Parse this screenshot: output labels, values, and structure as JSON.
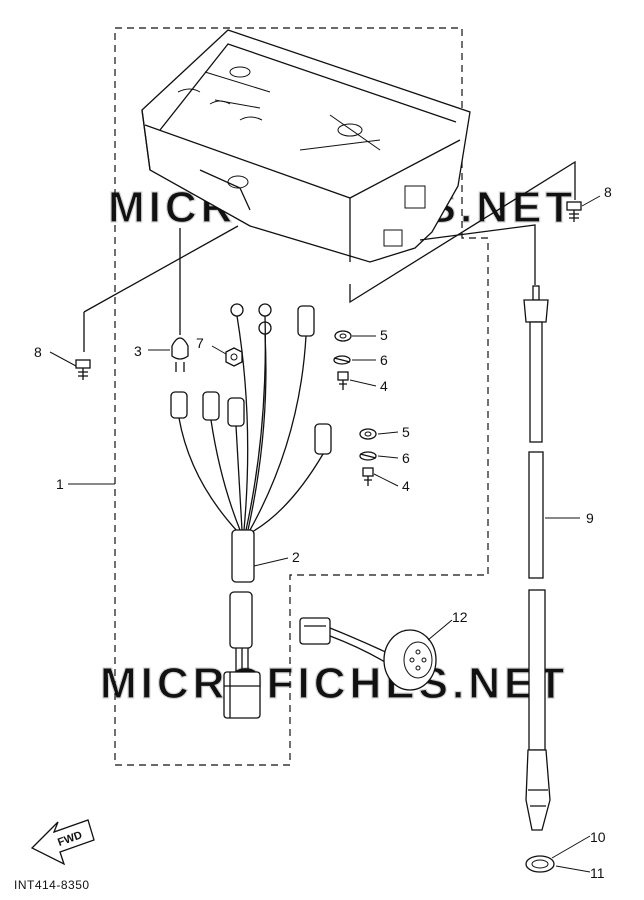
{
  "watermark": "MICROFICHES.NET",
  "drawing_code": "INT414-8350",
  "fwd_label": "FWD",
  "callouts": {
    "c1": "1",
    "c2": "2",
    "c3": "3",
    "c4a": "4",
    "c4b": "4",
    "c5a": "5",
    "c5b": "5",
    "c6a": "6",
    "c6b": "6",
    "c7": "7",
    "c8a": "8",
    "c8b": "8",
    "c9": "9",
    "c10": "10",
    "c11": "11",
    "c12": "12"
  }
}
